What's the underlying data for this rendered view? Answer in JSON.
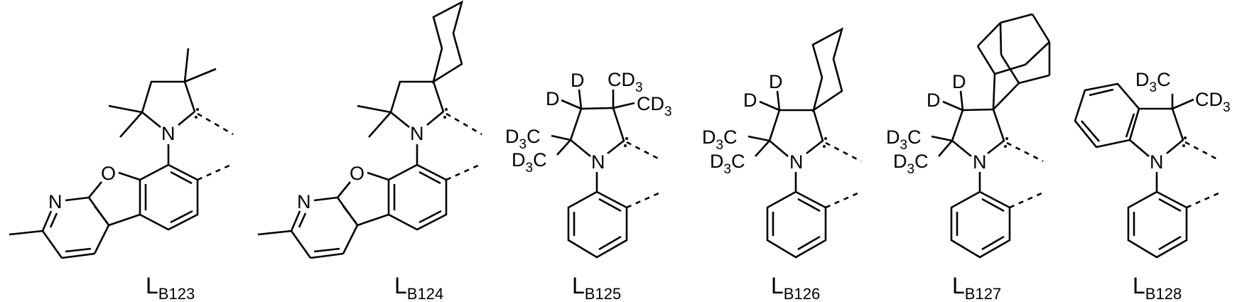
{
  "figure": {
    "description": "Chemical structures of six carbene ligands (LB123–LB128)",
    "background": "#ffffff",
    "line_color": "#000000"
  },
  "ligands": [
    {
      "id": "LB123",
      "label_main": "L",
      "label_sub": "B123",
      "core": "2,2,4,4-tetramethylpyrrolidin-ylidene (CAAC)",
      "n_substituent": "2-methyl benzofuro[2,3-b]pyridine",
      "atoms": {
        "N_ring": "N",
        "N_pyridine": "N",
        "O_furan": "O"
      }
    },
    {
      "id": "LB124",
      "label_main": "L",
      "label_sub": "B124",
      "core": "spiro-cyclohexyl 2,2-dimethyl pyrrolidin-ylidene",
      "n_substituent": "2-methyl benzofuro[2,3-b]pyridine",
      "atoms": {
        "N_ring": "N",
        "N_pyridine": "N",
        "O_furan": "O"
      }
    },
    {
      "id": "LB125",
      "label_main": "L",
      "label_sub": "B125",
      "core": "deuterated tetramethyl pyrrolidin-ylidene",
      "n_substituent": "phenyl",
      "atoms": {
        "N_ring": "N",
        "d_top": "D",
        "d_left": "D",
        "cd3_top": "CD",
        "cd3_top_sub": "3",
        "cd3_right": "CD",
        "cd3_right_sub": "3",
        "d3c_upper": "D",
        "d3c_upper_sub": "3",
        "d3c_upper_c": "C",
        "d3c_lower": "D",
        "d3c_lower_sub": "3",
        "d3c_lower_c": "C"
      }
    },
    {
      "id": "LB126",
      "label_main": "L",
      "label_sub": "B126",
      "core": "spiro-cyclohexyl deuterated pyrrolidin-ylidene",
      "n_substituent": "phenyl",
      "atoms": {
        "N_ring": "N",
        "d_top": "D",
        "d_left": "D",
        "d3c_upper": "D",
        "d3c_upper_sub": "3",
        "d3c_upper_c": "C",
        "d3c_lower": "D",
        "d3c_lower_sub": "3",
        "d3c_lower_c": "C"
      }
    },
    {
      "id": "LB127",
      "label_main": "L",
      "label_sub": "B127",
      "core": "spiro-adamantyl deuterated pyrrolidin-ylidene",
      "n_substituent": "phenyl",
      "atoms": {
        "N_ring": "N",
        "d_top": "D",
        "d_left": "D",
        "d3c_upper": "D",
        "d3c_upper_sub": "3",
        "d3c_upper_c": "C",
        "d3c_lower": "D",
        "d3c_lower_sub": "3",
        "d3c_lower_c": "C"
      }
    },
    {
      "id": "LB128",
      "label_main": "L",
      "label_sub": "B128",
      "core": "3,3-bis(CD3) indolin-ylidene",
      "n_substituent": "phenyl",
      "atoms": {
        "N_ring": "N",
        "d3c_top": "D",
        "d3c_top_sub": "3",
        "d3c_top_c": "C",
        "cd3_right": "CD",
        "cd3_right_sub": "3"
      }
    }
  ]
}
